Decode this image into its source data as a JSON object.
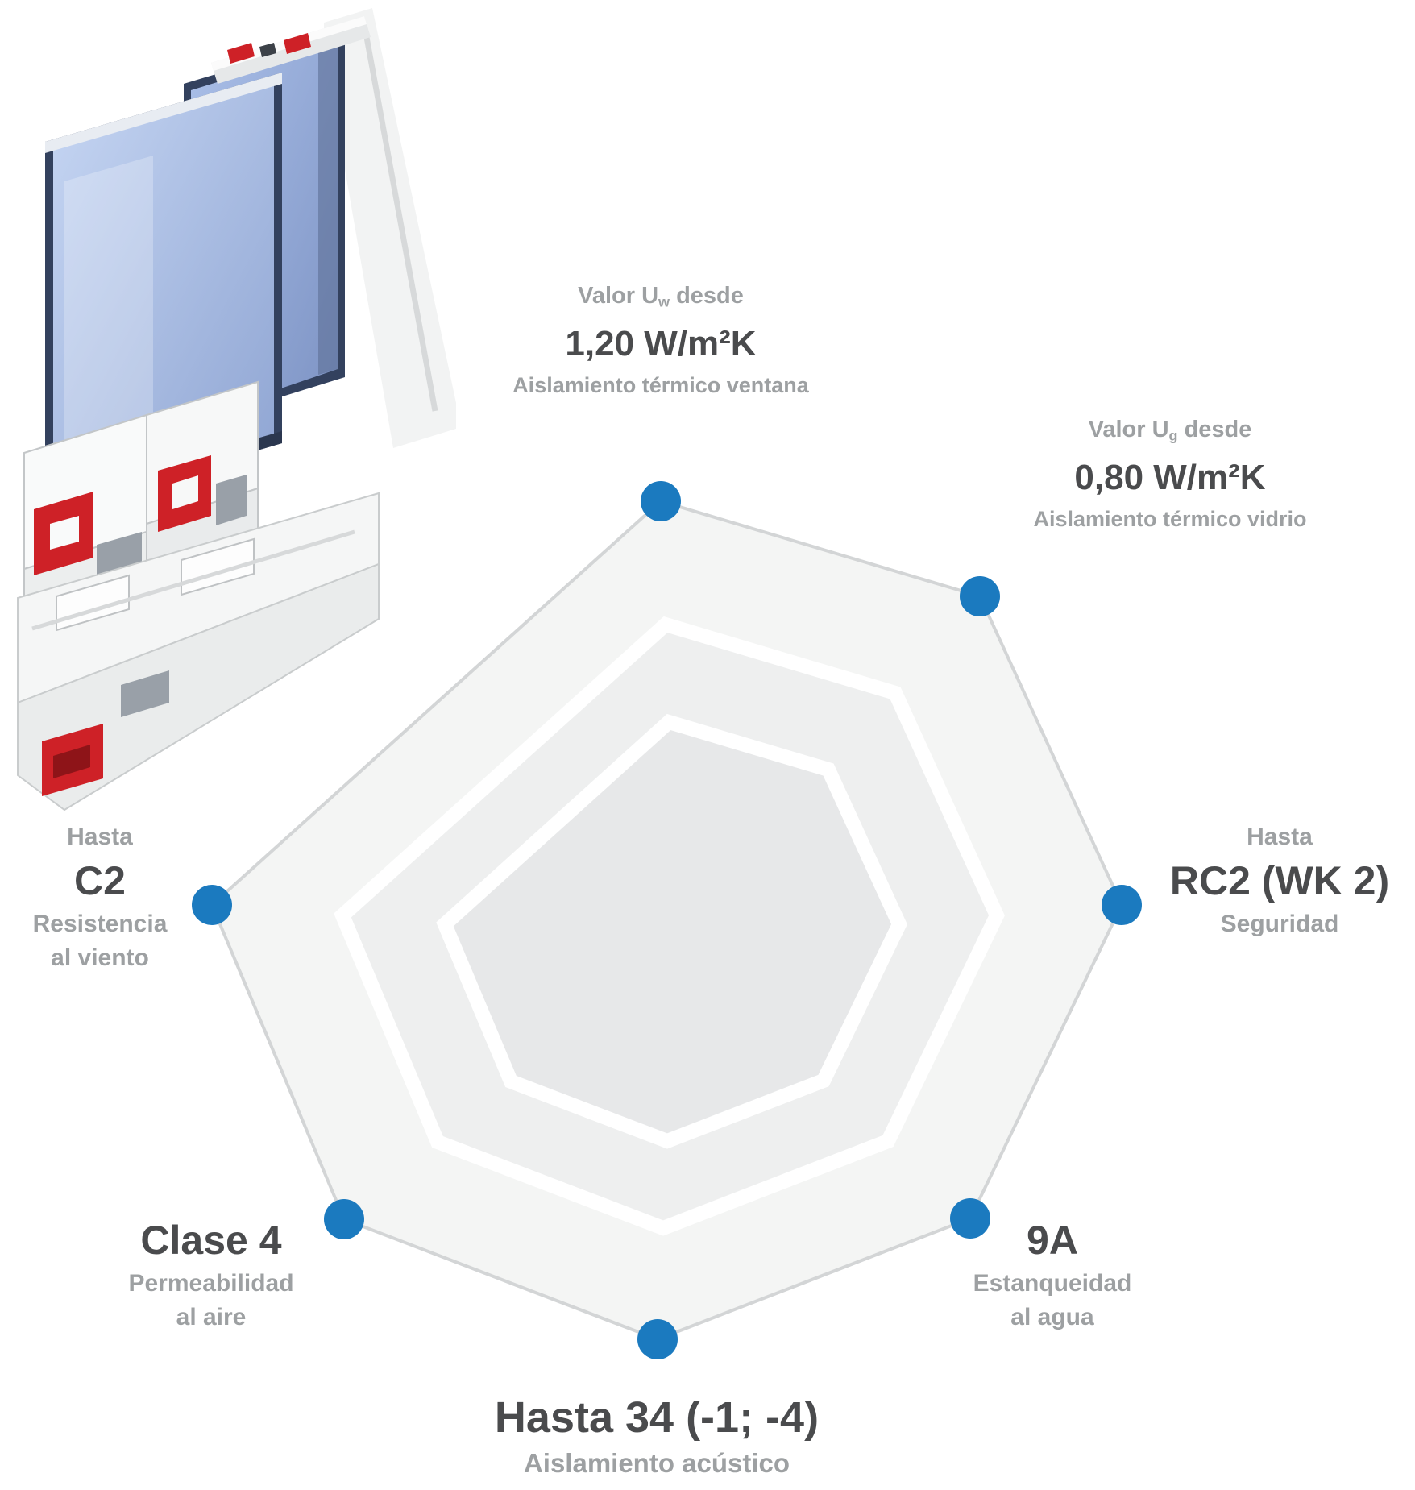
{
  "page": {
    "background": "#ffffff"
  },
  "colors": {
    "accent_blue": "#1b7abf",
    "text_dark": "#4a4b4d",
    "text_gray": "#9da0a2",
    "ring_outline": "#d3d5d6",
    "ring_outer": "#f4f5f4",
    "ring_middle": "#eeefef",
    "ring_inner": "#e7e8e9",
    "gasket_red": "#ce2127",
    "glass_blue_light": "#c6d6f3",
    "glass_blue_dark": "#7d93c4",
    "profile_white": "#f7f8f8"
  },
  "illustration": {
    "name": "pvc-sliding-window-profile-cutaway"
  },
  "chart_data": {
    "type": "radar",
    "title": "",
    "rings": 3,
    "grid": "nested-heptagon-bands",
    "legend": "none",
    "axes": [
      {
        "position": "top",
        "title": "Valor U",
        "title_sub": "w",
        "title_post": " desde",
        "value": "1,20 W/m²K",
        "subtitle1": "Aislamiento térmico ventana",
        "subtitle2": ""
      },
      {
        "position": "top-right",
        "title": "Valor U",
        "title_sub": "g",
        "title_post": " desde",
        "value": "0,80 W/m²K",
        "subtitle1": "Aislamiento térmico vidrio",
        "subtitle2": ""
      },
      {
        "position": "right",
        "title": "Hasta",
        "title_sub": "",
        "title_post": "",
        "value": "RC2 (WK 2)",
        "subtitle1": "Seguridad",
        "subtitle2": ""
      },
      {
        "position": "bottom-right",
        "title": "",
        "title_sub": "",
        "title_post": "",
        "value": "9A",
        "subtitle1": "Estanqueidad",
        "subtitle2": "al agua"
      },
      {
        "position": "bottom",
        "title": "",
        "title_sub": "",
        "title_post": "",
        "value": "Hasta 34 (-1; -4)",
        "subtitle1": "Aislamiento acústico",
        "subtitle2": ""
      },
      {
        "position": "bottom-left",
        "title": "",
        "title_sub": "",
        "title_post": "",
        "value": "Clase 4",
        "subtitle1": "Permeabilidad",
        "subtitle2": "al aire"
      },
      {
        "position": "left",
        "title": "Hasta",
        "title_sub": "",
        "title_post": "",
        "value": "C2",
        "subtitle1": "Resistencia",
        "subtitle2": "al viento"
      }
    ],
    "series": [
      {
        "name": "system-performance",
        "values": [
          1,
          1,
          1,
          1,
          1,
          1,
          1
        ],
        "note": "marker dots at all seven axis vertices (maximum ring)"
      }
    ]
  }
}
